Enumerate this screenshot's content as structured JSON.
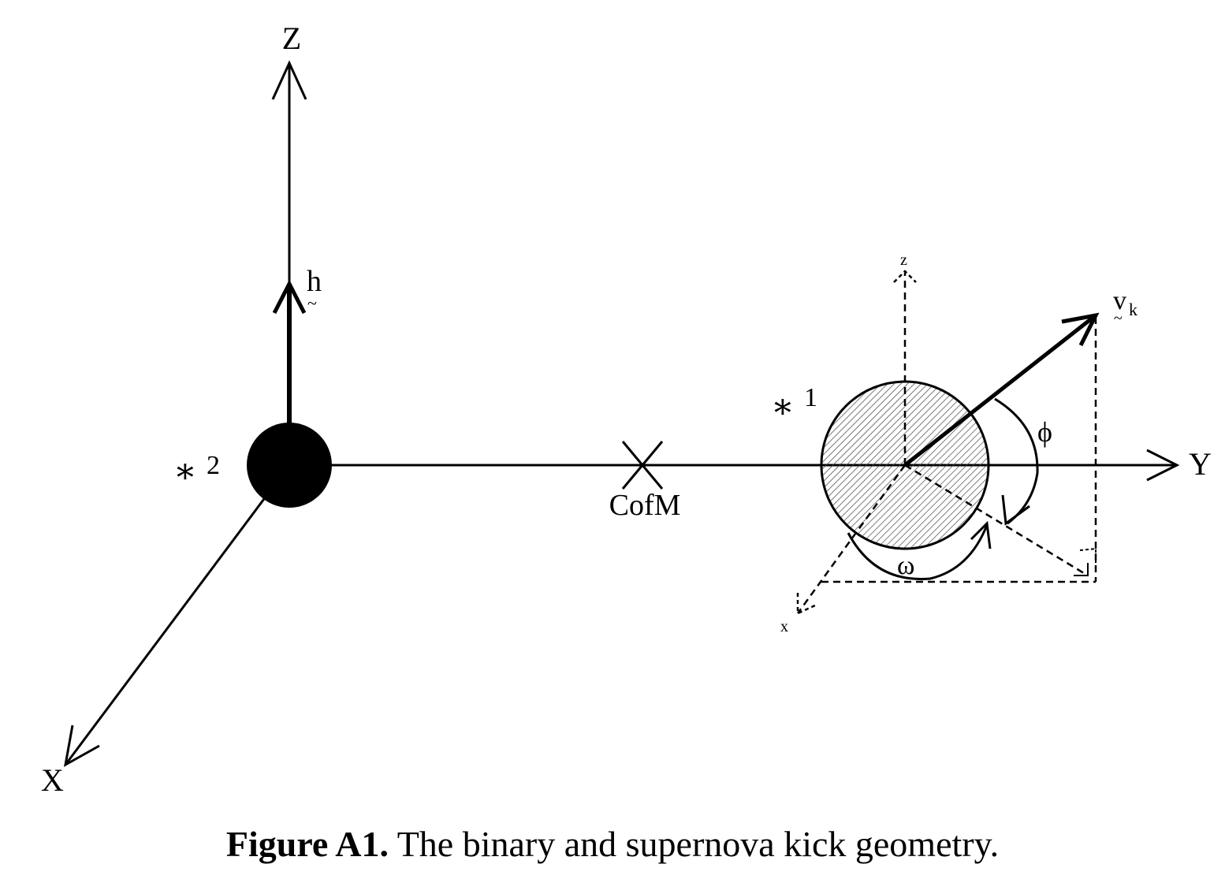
{
  "labels": {
    "axis_Z": "Z",
    "axis_Y": "Y",
    "axis_X": "X",
    "h": "h",
    "h_tilde": "~",
    "cofm": "CofM",
    "star2": "2",
    "star1": "1",
    "star_symbol": "∗",
    "small_z": "z",
    "small_x": "x",
    "vk": "v",
    "vk_sub": "k",
    "vk_tilde": "~",
    "phi": "ϕ",
    "omega": "ω"
  },
  "caption": {
    "label": "Figure A1.",
    "text": "The binary and supernova kick geometry."
  }
}
